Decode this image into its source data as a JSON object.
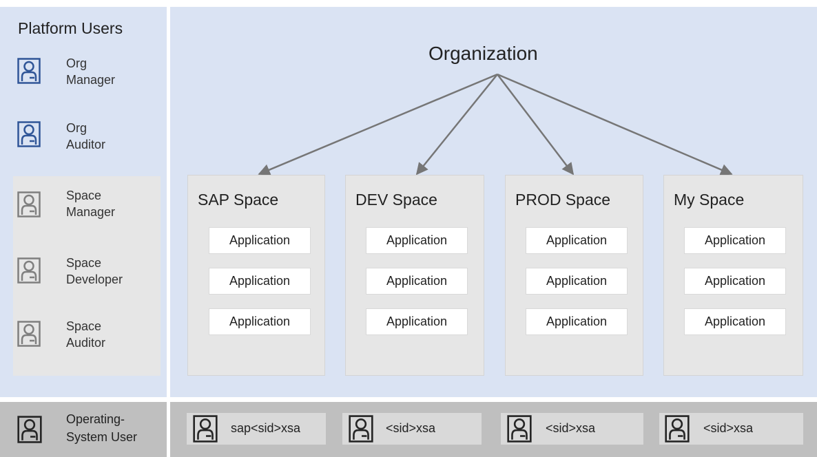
{
  "left": {
    "title": "Platform Users",
    "roles": [
      {
        "line1": "Org",
        "line2": "Manager",
        "icon": "user-icon"
      },
      {
        "line1": "Org",
        "line2": "Auditor",
        "icon": "user-icon"
      },
      {
        "line1": "Space",
        "line2": "Manager",
        "icon": "user-icon"
      },
      {
        "line1": "Space",
        "line2": "Developer",
        "icon": "user-icon"
      },
      {
        "line1": "Space",
        "line2": "Auditor",
        "icon": "user-icon"
      }
    ]
  },
  "organization": {
    "title": "Organization"
  },
  "spaces": [
    {
      "title": "SAP Space",
      "apps": [
        "Application",
        "Application",
        "Application"
      ]
    },
    {
      "title": "DEV Space",
      "apps": [
        "Application",
        "Application",
        "Application"
      ]
    },
    {
      "title": "PROD Space",
      "apps": [
        "Application",
        "Application",
        "Application"
      ]
    },
    {
      "title": "My Space",
      "apps": [
        "Application",
        "Application",
        "Application"
      ]
    }
  ],
  "os": {
    "label_line1": "Operating-",
    "label_line2": "System User",
    "users": [
      "sap<sid>xsa",
      "<sid>xsa",
      "<sid>xsa",
      "<sid>xsa"
    ]
  },
  "colors": {
    "org_role": "#2f5597",
    "space_role": "#7f7f7f",
    "os_user": "#262626",
    "arrow": "#767676",
    "panel_bg": "#dae3f3"
  }
}
